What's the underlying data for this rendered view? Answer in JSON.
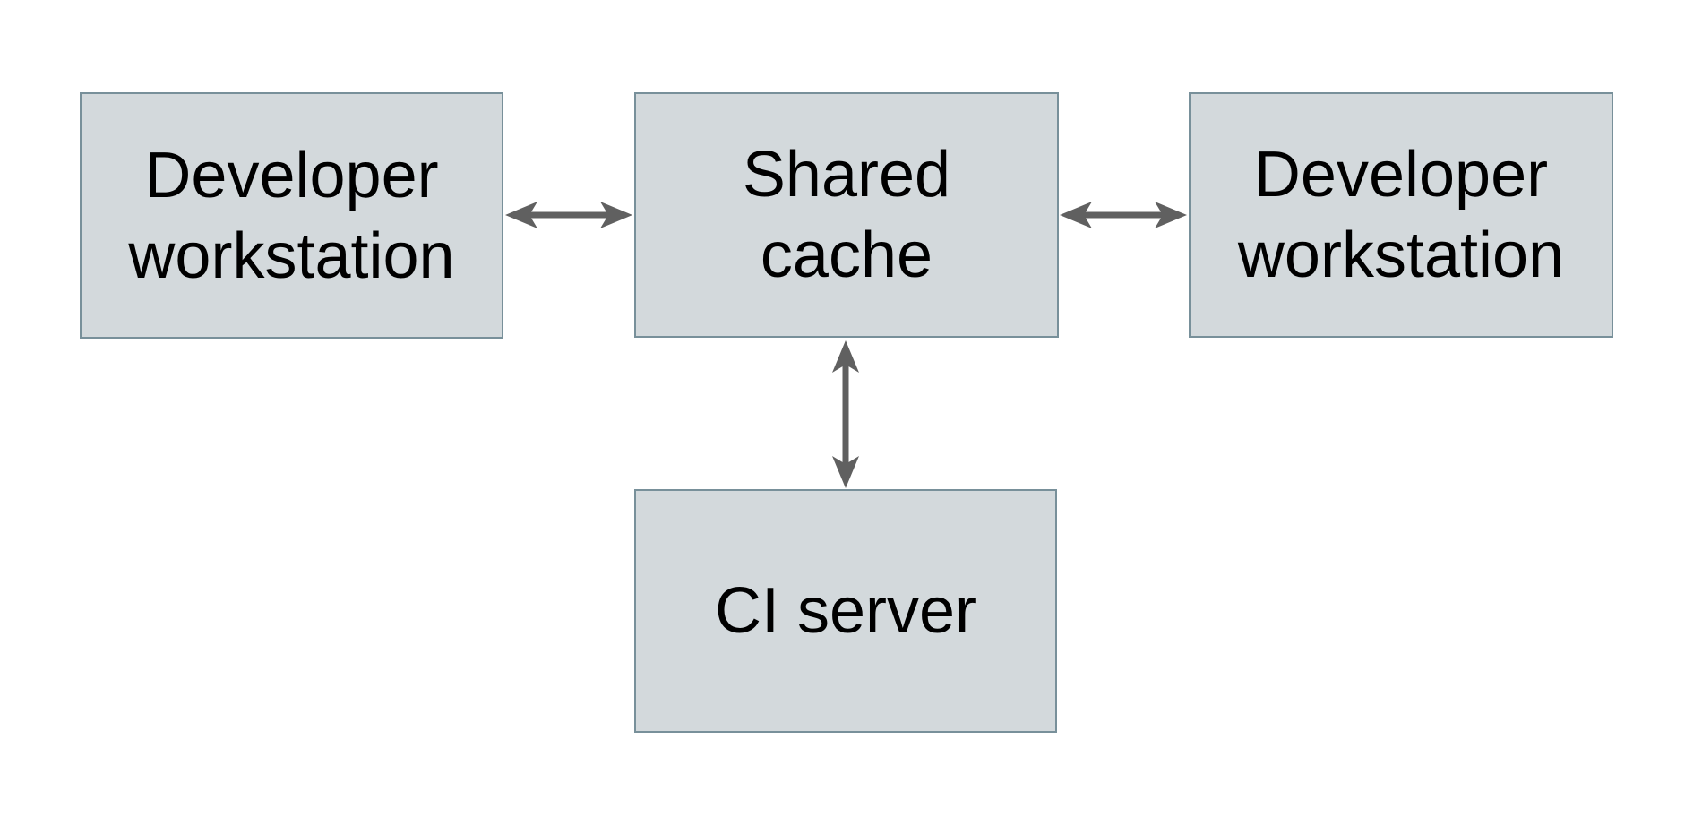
{
  "page": {
    "background": "#ffffff"
  },
  "colors": {
    "node-fill": "#d3d9dc",
    "node-border": "#78909a",
    "arrow": "#606060",
    "text": "#000000"
  },
  "diagram": {
    "type": "architecture-diagram",
    "nodes": [
      {
        "id": "developer-workstation-left",
        "label": "Developer workstation"
      },
      {
        "id": "shared-cache",
        "label": "Shared cache"
      },
      {
        "id": "developer-workstation-right",
        "label": "Developer workstation"
      },
      {
        "id": "ci-server",
        "label": "CI server"
      }
    ],
    "edges": [
      {
        "from": "developer-workstation-left",
        "to": "shared-cache",
        "direction": "bidirectional"
      },
      {
        "from": "shared-cache",
        "to": "developer-workstation-right",
        "direction": "bidirectional"
      },
      {
        "from": "shared-cache",
        "to": "ci-server",
        "direction": "bidirectional"
      }
    ]
  }
}
